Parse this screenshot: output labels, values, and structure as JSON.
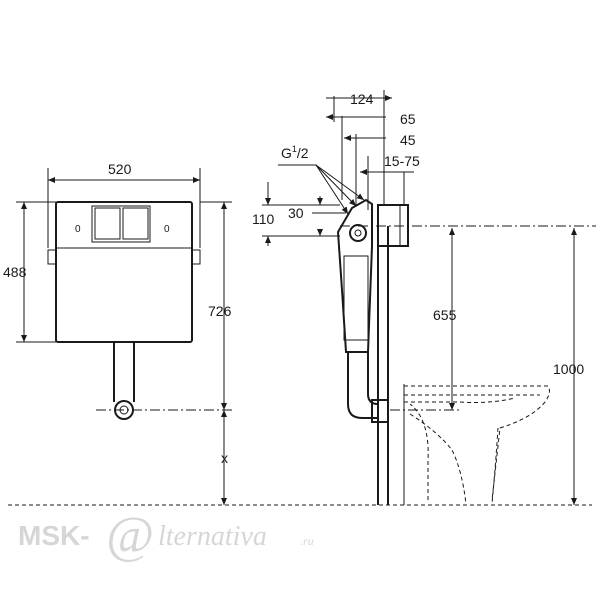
{
  "dimensions": {
    "cistern_width": "520",
    "cistern_height": "488",
    "outlet_height": "726",
    "variable_height": "x",
    "side_total": "124",
    "side_65": "65",
    "side_45": "45",
    "side_range": "15-75",
    "inlet_thread_base": "G",
    "inlet_thread_sup": "1",
    "inlet_thread_sub": "/2",
    "offset_110": "110",
    "offset_30": "30",
    "pan_height": "655",
    "total_height": "1000"
  },
  "cistern_labels": {
    "left_mark": "0",
    "right_mark": "0"
  },
  "watermark": {
    "brand": "MSK-",
    "at_symbol": "@",
    "rest": "lternativa",
    "tld": ".ru"
  }
}
